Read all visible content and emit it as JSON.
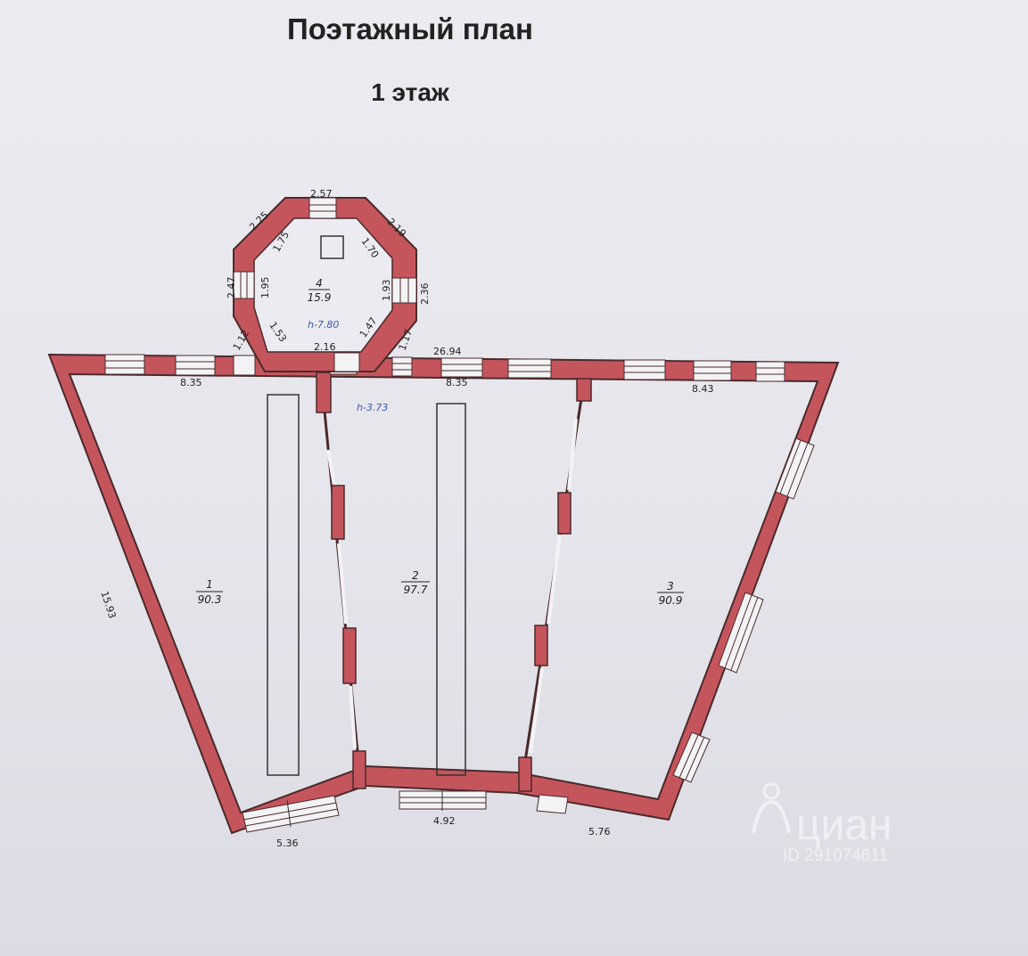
{
  "title": "Поэтажный план",
  "subtitle": "1 этаж",
  "colors": {
    "wall": "#c5555c",
    "wall_stroke": "#4a2a2c",
    "paper": "#ecebf1",
    "window": "#f3f3f5",
    "height_text": "#3a58b0"
  },
  "rooms": [
    {
      "number": "1",
      "area": "90.3"
    },
    {
      "number": "2",
      "area": "97.7"
    },
    {
      "number": "3",
      "area": "90.9"
    },
    {
      "number": "4",
      "area": "15.9"
    }
  ],
  "heights": {
    "tower": "h-7.80",
    "hall": "h-3.73"
  },
  "dimensions": {
    "tower_top": "2.57",
    "tower_nw": "2.25",
    "tower_ne": "2.19",
    "tower_nw_in": "1.75",
    "tower_ne_in": "1.70",
    "tower_w_out": "2.47",
    "tower_w_in": "1.95",
    "tower_e_in": "1.93",
    "tower_e_out": "2.36",
    "tower_sw_in": "1.53",
    "tower_se_in": "1.47",
    "tower_door": "2.16",
    "tower_sw_out": "1.12",
    "tower_se_out": "1.17",
    "overall_length": "26.94",
    "room1_north": "8.35",
    "room2_north": "8.35",
    "room3_north": "8.43",
    "west_wall": "15.93",
    "room1_south": "5.36",
    "room2_south": "4.92",
    "room3_south": "5.76"
  },
  "watermark": {
    "brand": "циан",
    "id": "ID 291074611"
  }
}
